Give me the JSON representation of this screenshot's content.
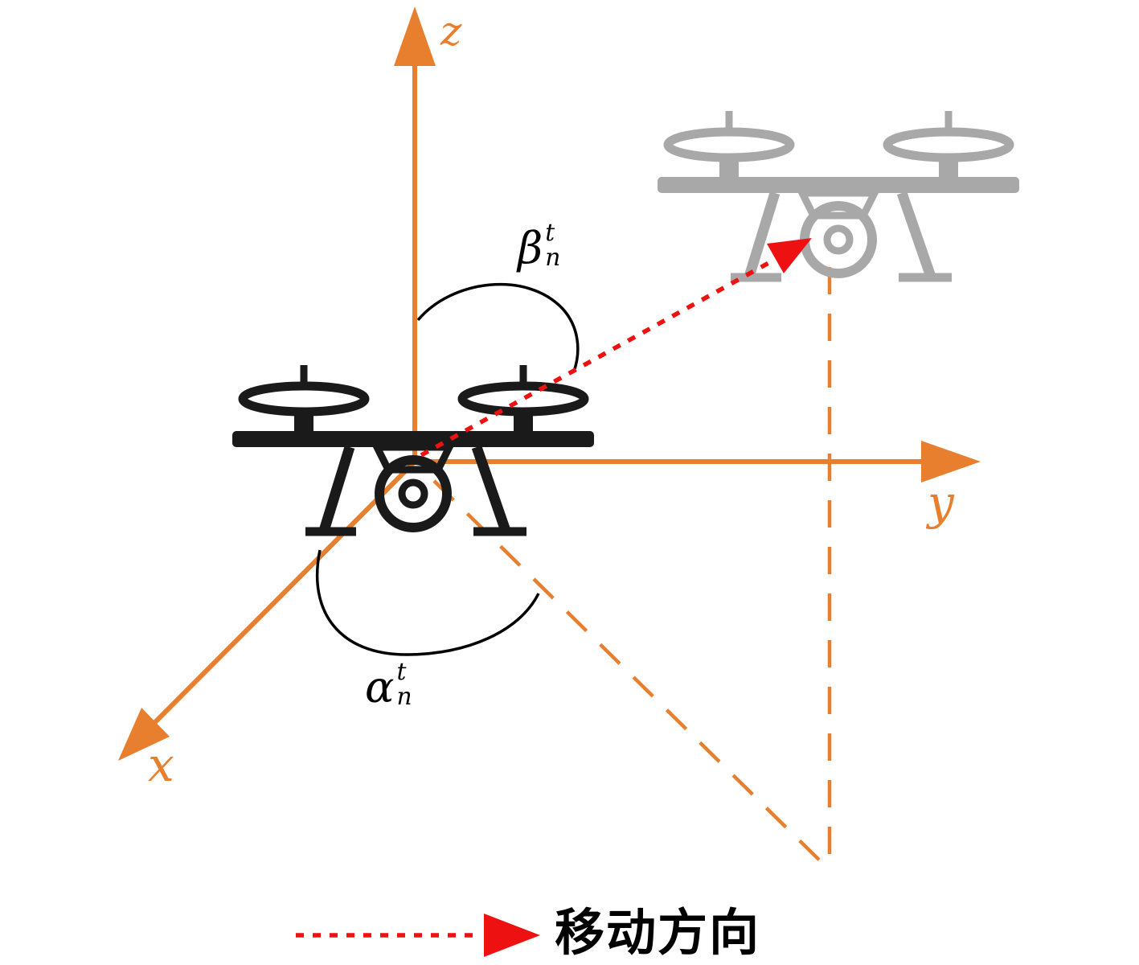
{
  "figure": {
    "type": "diagram",
    "description": "UAV 3D coordinate frame with elevation angle, azimuth angle and movement direction"
  },
  "axes": {
    "z_label": "z",
    "y_label": "y",
    "x_label": "x"
  },
  "angles": {
    "beta": {
      "base": "β",
      "sup": "t",
      "sub": "n"
    },
    "alpha": {
      "base": "α",
      "sup": "t",
      "sub": "n"
    }
  },
  "legend": {
    "label": "移动方向"
  },
  "icons": [
    {
      "name": "drone-origin-icon",
      "color": "#1a1a1a"
    },
    {
      "name": "drone-target-icon",
      "color": "#a8a8a8"
    }
  ],
  "colors": {
    "axis_orange": "#e87f2f",
    "movement_red": "#ee1111",
    "angle_arc_black": "#000000",
    "background": "#ffffff"
  }
}
